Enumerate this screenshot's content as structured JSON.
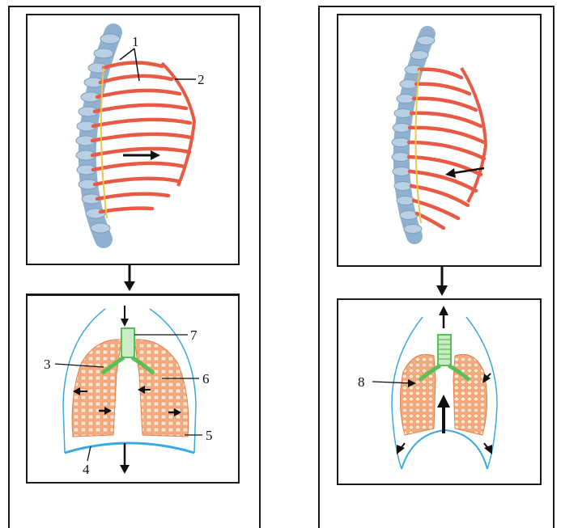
{
  "left_figure": {
    "rib_cage_labels": [
      "1",
      "2"
    ],
    "lung_labels": [
      "3",
      "4",
      "5",
      "6",
      "7"
    ]
  },
  "right_figure": {
    "lung_labels": [
      "8"
    ]
  },
  "colors": {
    "rib": "#e85a44",
    "rib_edge": "#f2c24a",
    "spine": "#8fb1cf",
    "diaphragm": "#3aa9e0",
    "lung_fill": "#f6ad80",
    "lung_cells": "#ffe6d3",
    "trachea": "#5bbf58"
  }
}
